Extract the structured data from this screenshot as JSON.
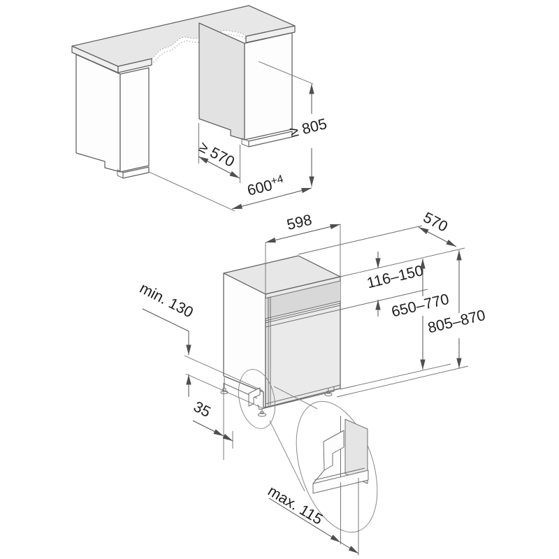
{
  "niche": {
    "labels": {
      "depth": "≥ 570",
      "height": "≥ 805",
      "width": "600",
      "width_tolerance": "+4"
    }
  },
  "appliance": {
    "labels": {
      "width": "598",
      "depth": "570",
      "control_panel_height": "116–150",
      "door_height": "650–770",
      "total_height": "805–870",
      "plinth_min_height": "min. 130",
      "side_clearance": "35",
      "plinth_recess_max": "max. 115"
    }
  },
  "colors": {
    "background": "#ffffff",
    "object_line": "#5f5f5f",
    "dimension_line": "#4f4f4f",
    "text": "#1d1d1d",
    "counter_surface": "#e7e7e7",
    "side_panel": "#e2e2e2",
    "front_face": "#eaeaea",
    "control_panel_band": "#d8d8d8"
  }
}
